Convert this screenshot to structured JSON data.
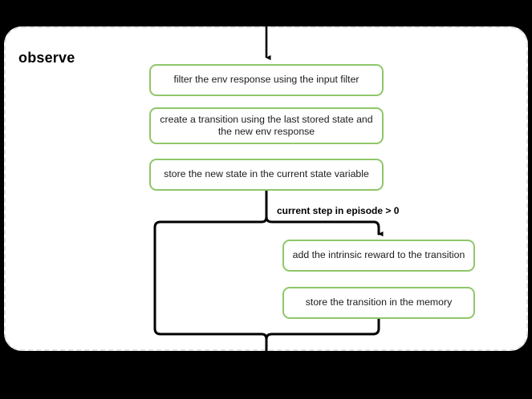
{
  "diagram": {
    "container_label": "observe",
    "background_color": "#000000",
    "panel_color": "#ffffff",
    "panel_border_color": "#e2e2e2",
    "node_border_color": "#8fc76a",
    "edge_color": "#000000",
    "nodes": [
      {
        "id": "filter",
        "label": "filter the env response using the input filter"
      },
      {
        "id": "create",
        "label": "create a transition using the last stored state and the new env response"
      },
      {
        "id": "store_state",
        "label": "store the new state in the current state variable"
      },
      {
        "id": "intrinsic",
        "label": "add the intrinsic reward to the transition"
      },
      {
        "id": "store_trans",
        "label": "store the transition in the memory"
      }
    ],
    "edge_labels": [
      {
        "id": "condition",
        "label": "current step in episode > 0"
      }
    ]
  }
}
